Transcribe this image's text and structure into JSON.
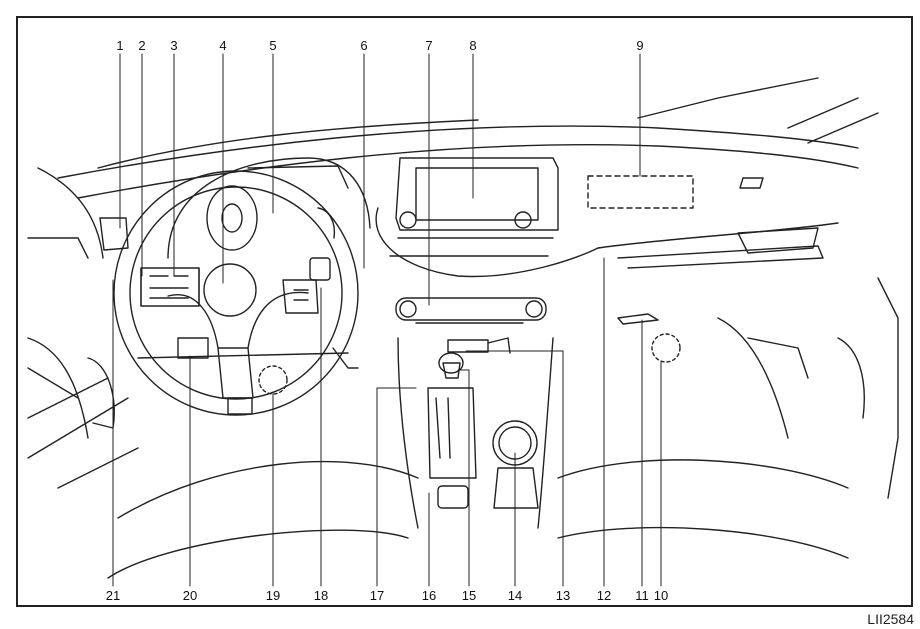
{
  "figure_id": "LII2584",
  "callouts_top": [
    "1",
    "2",
    "3",
    "4",
    "5",
    "6",
    "7",
    "8",
    "9"
  ],
  "callouts_bottom": [
    "21",
    "20",
    "19",
    "18",
    "17",
    "16",
    "15",
    "14",
    "13",
    "12",
    "11",
    "10"
  ]
}
